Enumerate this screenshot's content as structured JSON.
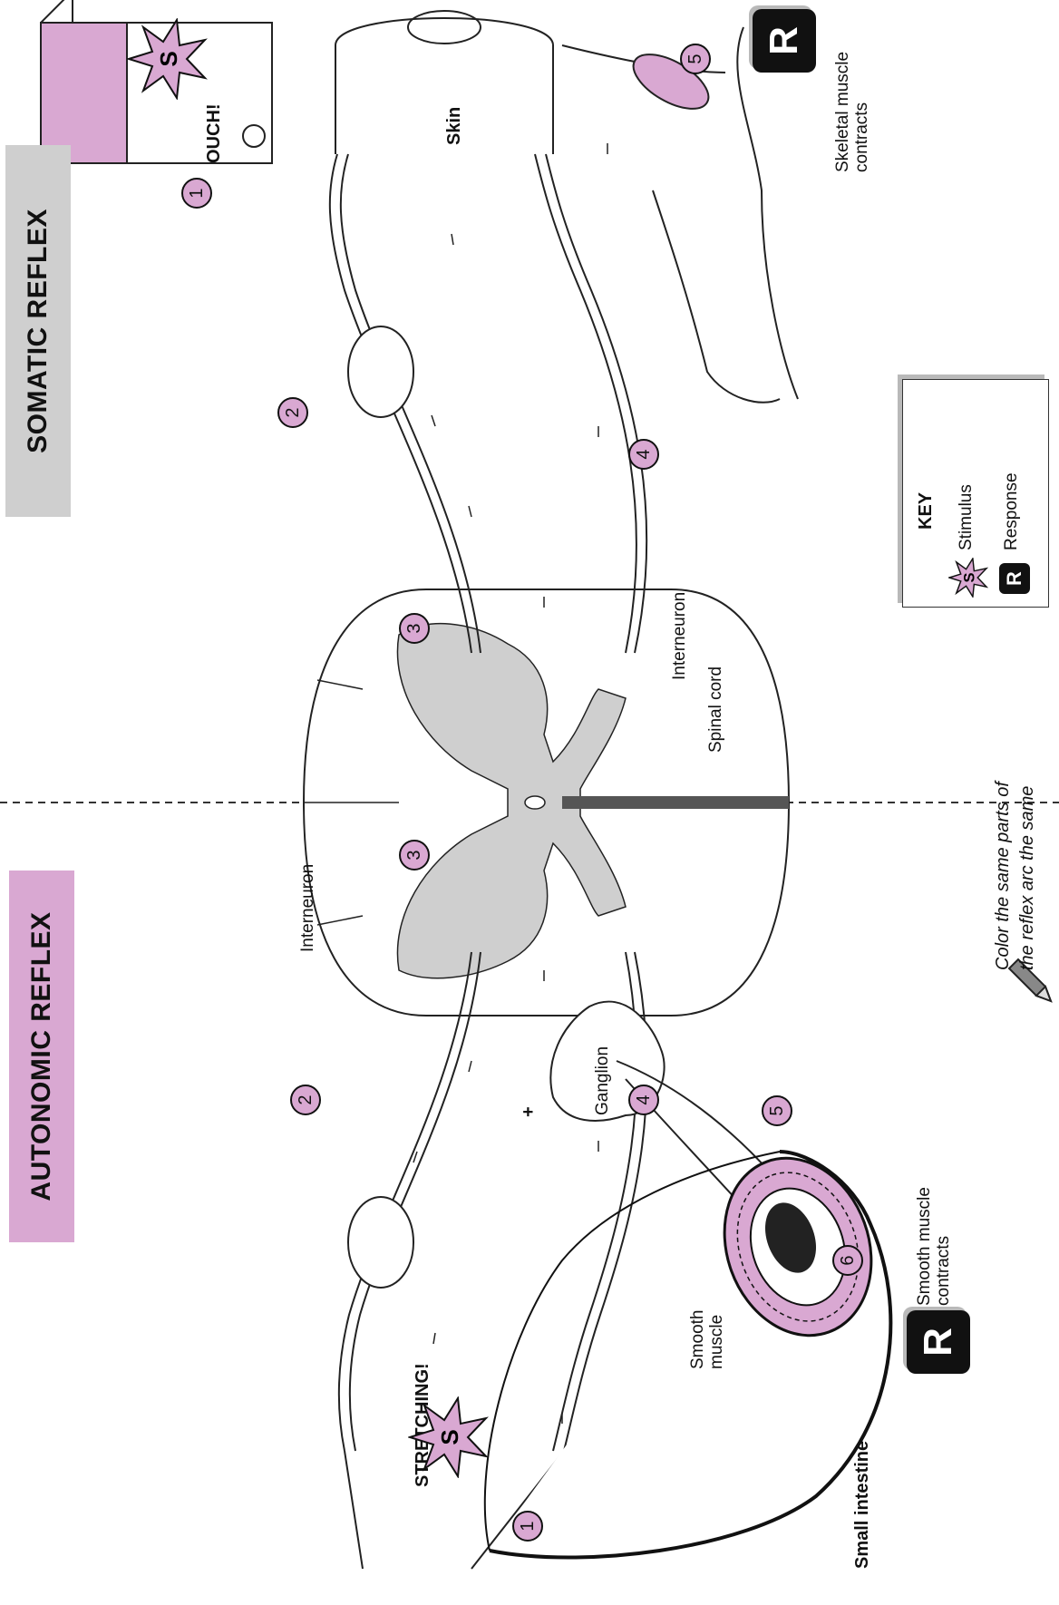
{
  "titles": {
    "autonomic": "AUTONOMIC REFLEX",
    "somatic": "SOMATIC REFLEX"
  },
  "labels": {
    "interneuron_left": "Interneuron",
    "interneuron_right": "Interneuron",
    "spinal_cord": "Spinal cord",
    "ganglion": "Ganglion",
    "skin": "Skin",
    "small_intestine": "Small intestine",
    "smooth_muscle": "Smooth muscle",
    "smooth_muscle_contracts": "Smooth muscle contracts",
    "skeletal_muscle_contracts": "Skeletal muscle contracts",
    "ouch": "OUCH!",
    "stretching": "STRETCHING!",
    "plus": "+"
  },
  "stimulus_symbol": "S",
  "response_symbol": "R",
  "numbers": {
    "a1": "1",
    "a2": "2",
    "a3": "3",
    "a4": "4",
    "a5": "5",
    "a6": "6",
    "s1": "1",
    "s2": "2",
    "s3": "3",
    "s4": "4",
    "s5": "5"
  },
  "key": {
    "title": "KEY",
    "stimulus": "Stimulus",
    "response": "Response"
  },
  "instruction": {
    "line1": "Color the same parts of",
    "line2": "the reflex arc the same"
  },
  "colors": {
    "accent": "#d9a8d2",
    "grey_matter": "#cfcfcf",
    "somatic_banner": "#cfcfcf",
    "ink": "#111111"
  }
}
